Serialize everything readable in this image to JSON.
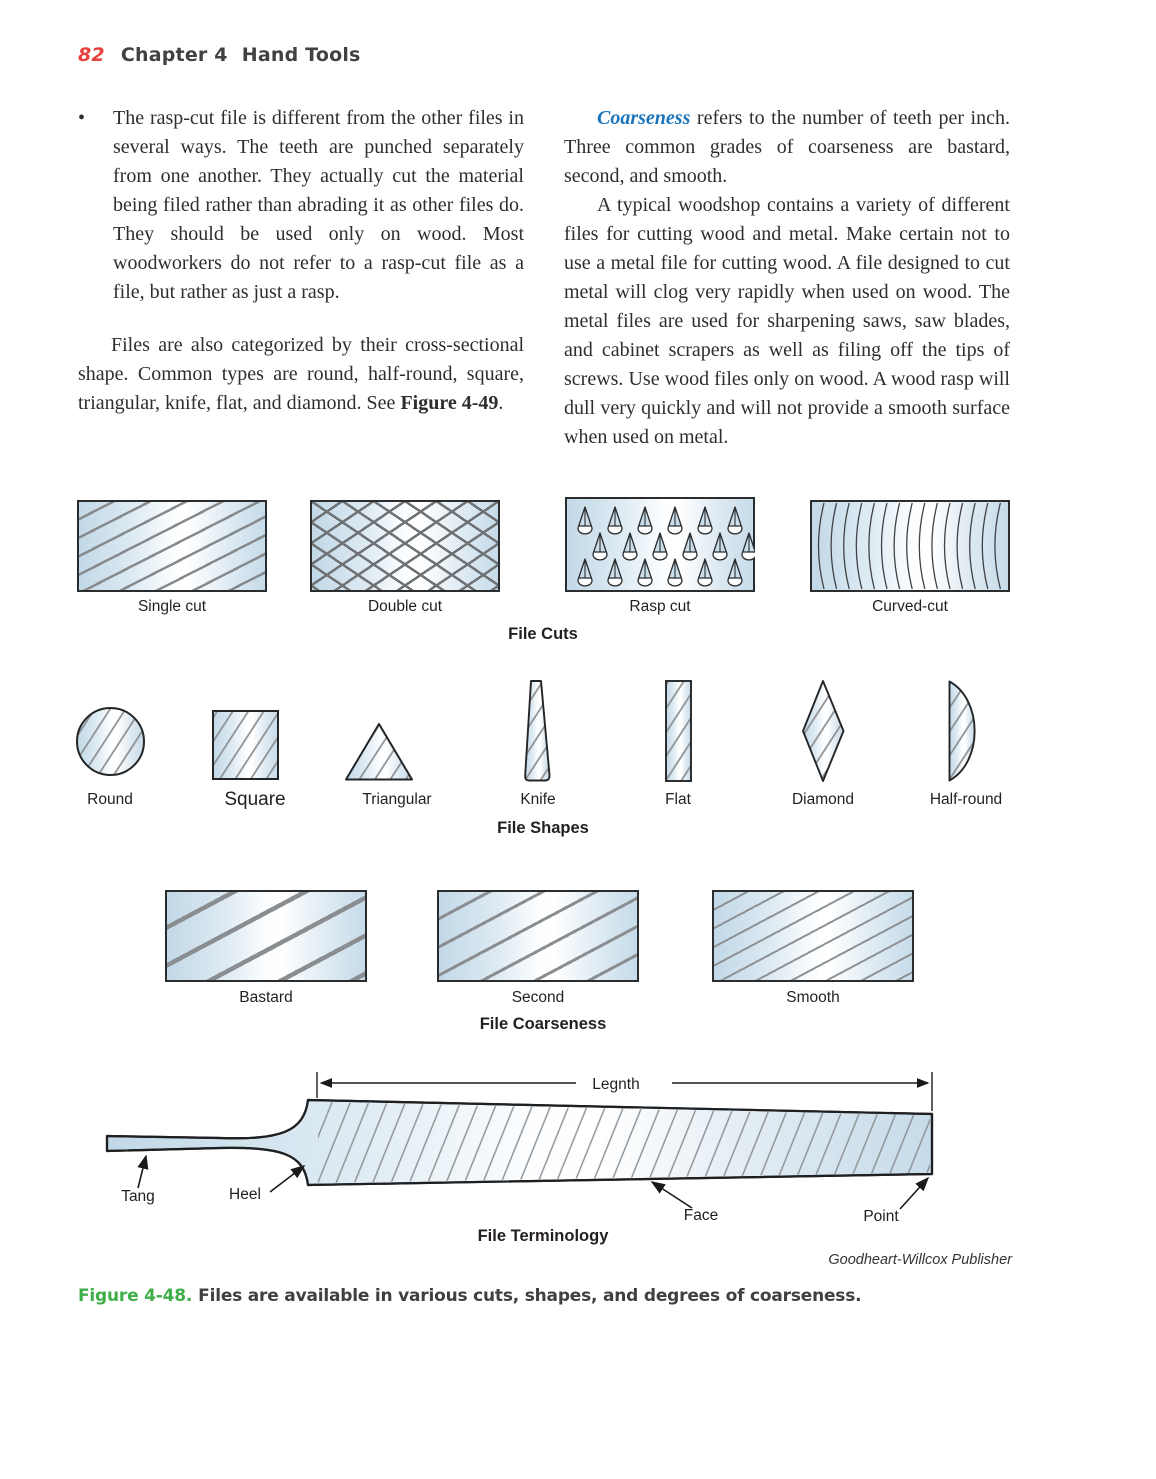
{
  "header": {
    "page_number": "82",
    "chapter": "Chapter 4",
    "book_title": "Hand Tools"
  },
  "body": {
    "bullet_glyph": "•",
    "bullet_text": "The rasp-cut file is different from the other files in several ways. The teeth are punched separately from one another. They actually cut the material being filed rather than abrading it as other files do. They should be used only on wood. Most woodworkers do not refer to a rasp-cut file as a file, but rather as just a rasp.",
    "left_para_pre": "Files are also categorized by their cross-sectional shape. Common types are round, half-round, square, triangular, knife, flat, and diamond. See ",
    "left_para_bold": "Figure 4-49",
    "left_para_post": ".",
    "right_para1_term": "Coarseness",
    "right_para1_rest": " refers to the number of teeth per inch. Three common grades of coarseness are bastard, second, and smooth.",
    "right_para2": "A typical woodshop contains a variety of different files for cutting wood and metal. Make certain not to use a metal file for cutting wood. A file designed to cut metal will clog very rapidly when used on wood. The metal files are used for sharpening saws, saw blades, and cabinet scrapers as well as filing off the tips of screws. Use wood files only on wood. A wood rasp will dull very quickly and will not provide a smooth surface when used on metal."
  },
  "figure": {
    "cuts": {
      "title": "File Cuts",
      "labels": [
        "Single cut",
        "Double cut",
        "Rasp cut",
        "Curved-cut"
      ]
    },
    "shapes": {
      "title": "File Shapes",
      "labels": [
        "Round",
        "Square",
        "Triangular",
        "Knife",
        "Flat",
        "Diamond",
        "Half-round"
      ]
    },
    "coarseness": {
      "title": "File Coarseness",
      "labels": [
        "Bastard",
        "Second",
        "Smooth"
      ]
    },
    "terminology": {
      "title": "File Terminology",
      "length_label": "Legnth",
      "tang_label": "Tang",
      "heel_label": "Heel",
      "face_label": "Face",
      "point_label": "Point"
    },
    "credit": "Goodheart-Willcox Publisher",
    "caption_label": "Figure 4-48.",
    "caption_text": "Files are available in various cuts, shapes, and degrees of coarseness."
  },
  "colors": {
    "page_number_red": "#e8413c",
    "term_blue": "#1b75bc",
    "caption_green": "#3fae49",
    "swatch_blue": "#c9ddea",
    "outline_dark": "#2a2c2e",
    "hatch_gray": "#8b8e91"
  }
}
